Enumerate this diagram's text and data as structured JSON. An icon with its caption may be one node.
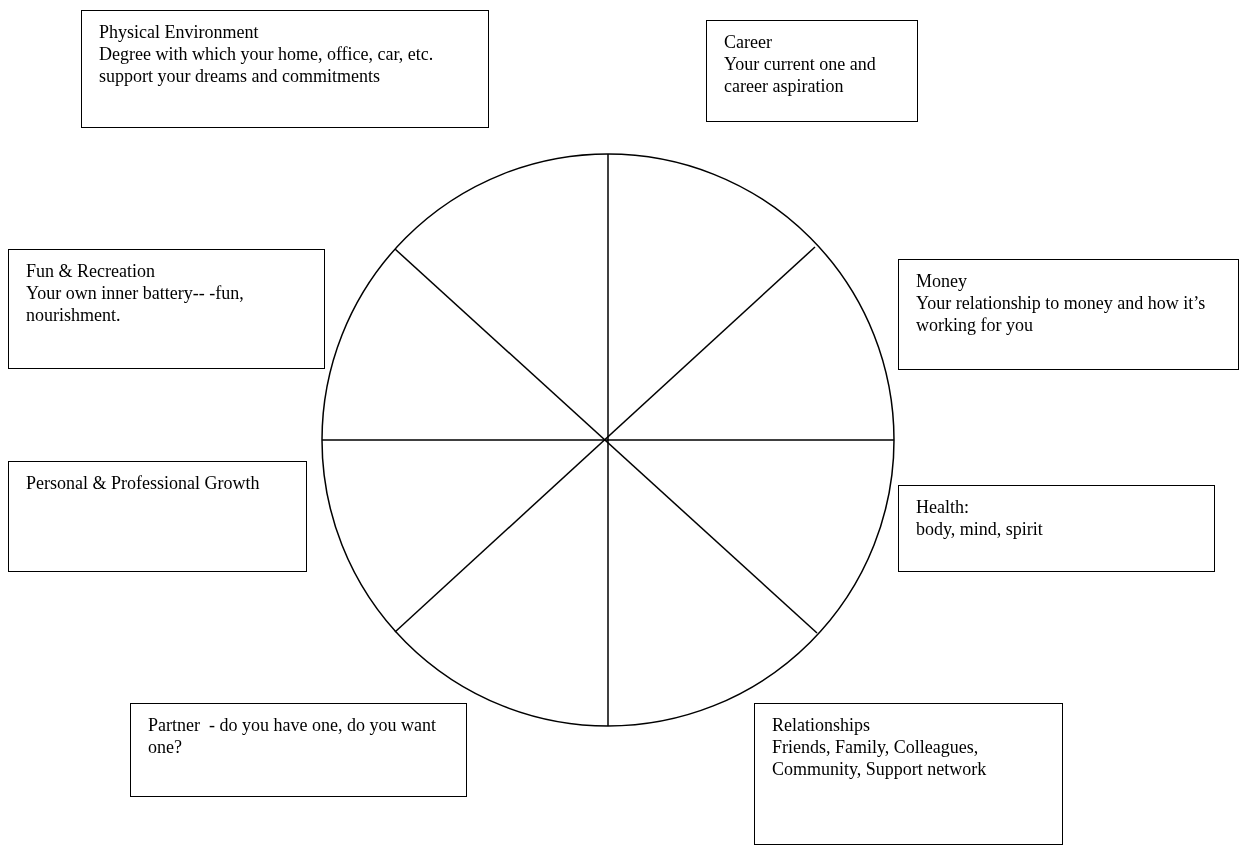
{
  "diagram": {
    "nodes": [
      {
        "text": [
          "Physical Environment",
          "Degree with which your home, office, car, etc. support your dreams and commitments"
        ]
      },
      {
        "text": [
          "Career",
          "Your current one and career aspiration"
        ]
      },
      {
        "text": [
          "Fun & Recreation",
          "Your own inner battery-- -fun, nourishment."
        ]
      },
      {
        "text": [
          "Money",
          "Your relationship to money and how it’s working for you"
        ]
      },
      {
        "text": [
          "Personal & Professional Growth"
        ]
      },
      {
        "text": [
          "Health:",
          "body, mind, spirit"
        ]
      },
      {
        "text": [
          "Partner  - do you have one, do you want one?"
        ]
      },
      {
        "text": [
          "Relationships",
          "Friends, Family, Colleagues, Community, Support network"
        ]
      }
    ]
  }
}
